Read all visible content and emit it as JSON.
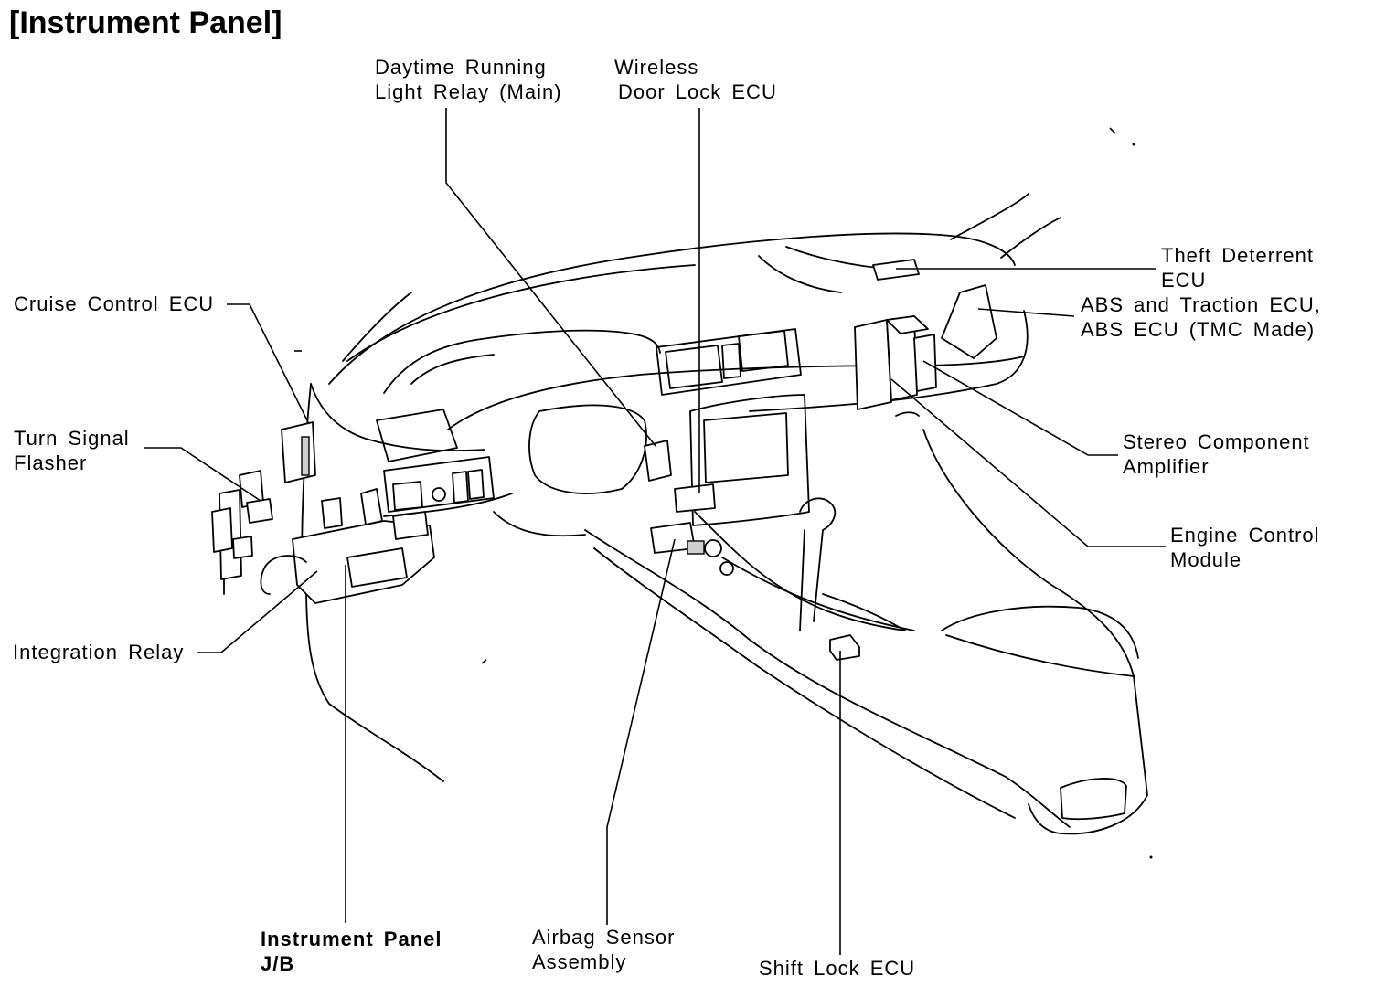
{
  "title": "[Instrument Panel]",
  "labels": {
    "daytime_running_light_relay": [
      "Daytime Running",
      "Light Relay (Main)"
    ],
    "wireless_door_lock_ecu": [
      "Wireless",
      "Door Lock ECU"
    ],
    "theft_deterrent_ecu": [
      "Theft Deterrent",
      "ECU"
    ],
    "abs_traction_ecu": [
      "ABS and Traction ECU,",
      "ABS ECU (TMC Made)"
    ],
    "cruise_control_ecu": [
      "Cruise Control ECU"
    ],
    "turn_signal_flasher": [
      "Turn Signal",
      "Flasher"
    ],
    "stereo_component_amplifier": [
      "Stereo Component",
      "Amplifier"
    ],
    "engine_control_module": [
      "Engine Control",
      "Module"
    ],
    "integration_relay": [
      "Integration Relay"
    ],
    "instrument_panel_jb": [
      "Instrument Panel",
      "J/B"
    ],
    "airbag_sensor_assembly": [
      "Airbag Sensor",
      "Assembly"
    ],
    "shift_lock_ecu": [
      "Shift Lock ECU"
    ]
  }
}
